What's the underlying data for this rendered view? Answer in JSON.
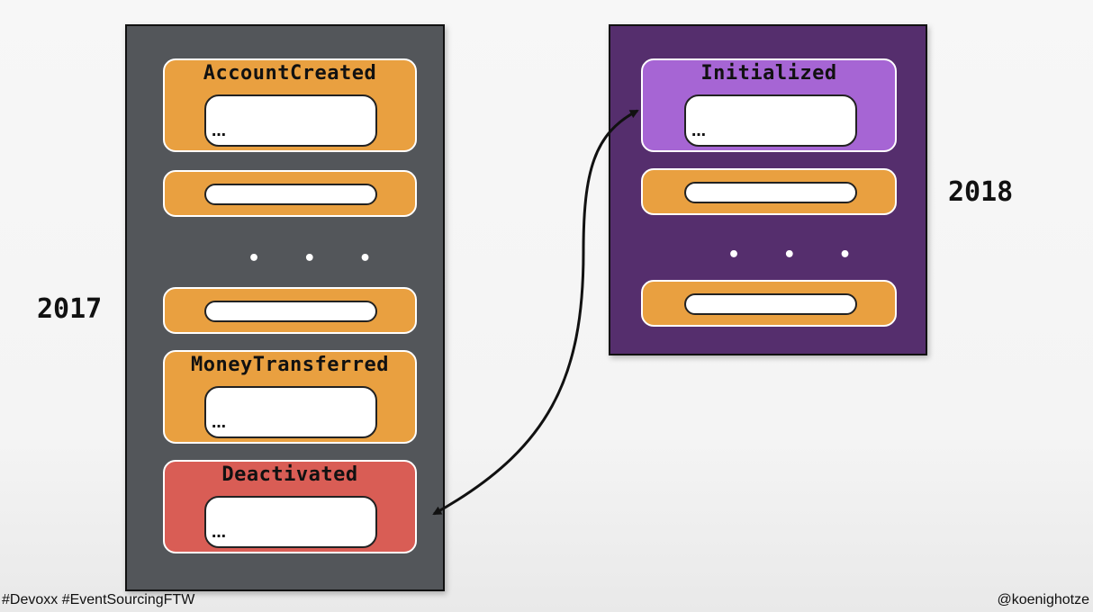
{
  "store_2017": {
    "year": "2017",
    "events": [
      {
        "title": "AccountCreated",
        "payload": "…"
      },
      {
        "title": "MoneyTransferred",
        "payload": "…"
      },
      {
        "title": "Deactivated",
        "payload": "…"
      }
    ],
    "ellipsis": "• • •"
  },
  "store_2018": {
    "year": "2018",
    "events": [
      {
        "title": "Initialized",
        "payload": "…"
      }
    ],
    "ellipsis": "• • •"
  },
  "footer": {
    "hashtags": "#Devoxx #EventSourcingFTW",
    "handle": "@koenighotze"
  },
  "colors": {
    "store_2017_bg": "#53565a",
    "store_2018_bg": "#552e6d",
    "event_orange": "#e9a040",
    "event_red": "#d95d55",
    "event_purple": "#a665d4"
  }
}
